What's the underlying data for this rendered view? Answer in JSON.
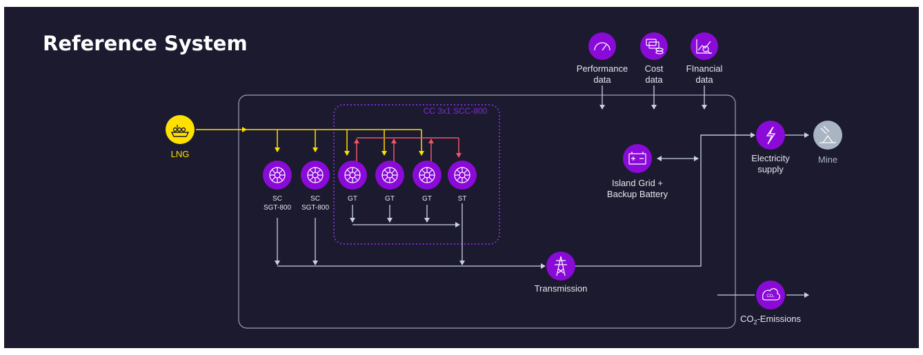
{
  "title": "Reference System",
  "nodes": {
    "lng": "LNG",
    "sc1": "SC\nSGT-800",
    "sc2": "SC\nSGT-800",
    "gt1": "GT",
    "gt2": "GT",
    "gt3": "GT",
    "st": "ST",
    "transmission": "Transmission",
    "island_grid": "Island Grid +\nBackup Battery",
    "electricity_supply": "Electricity\nsupply",
    "mine": "Mine",
    "co2_prefix": "CO",
    "co2_sub": "2",
    "co2_suffix": "-Emissions",
    "performance": "Performance\ndata",
    "cost": "Cost\ndata",
    "financial": "FInancial\ndata"
  },
  "groups": {
    "combined_cycle": "CC 3x1 SCC-800"
  },
  "colors": {
    "background": "#1c1a2e",
    "purple": "#8a0ad8",
    "yellow": "#ffe100",
    "red": "#f0546a",
    "line": "#c8d0e8",
    "mine_grey": "#a9b5c2"
  },
  "icons": {
    "lng": "lng-ship-icon",
    "turbine": "turbine-icon",
    "transmission": "transmission-tower-icon",
    "battery": "battery-icon",
    "electricity": "lightning-icon",
    "mine": "mine-icon",
    "co2": "co2-cloud-icon",
    "performance": "gauge-icon",
    "cost": "coins-icon",
    "financial": "financial-chart-icon"
  }
}
